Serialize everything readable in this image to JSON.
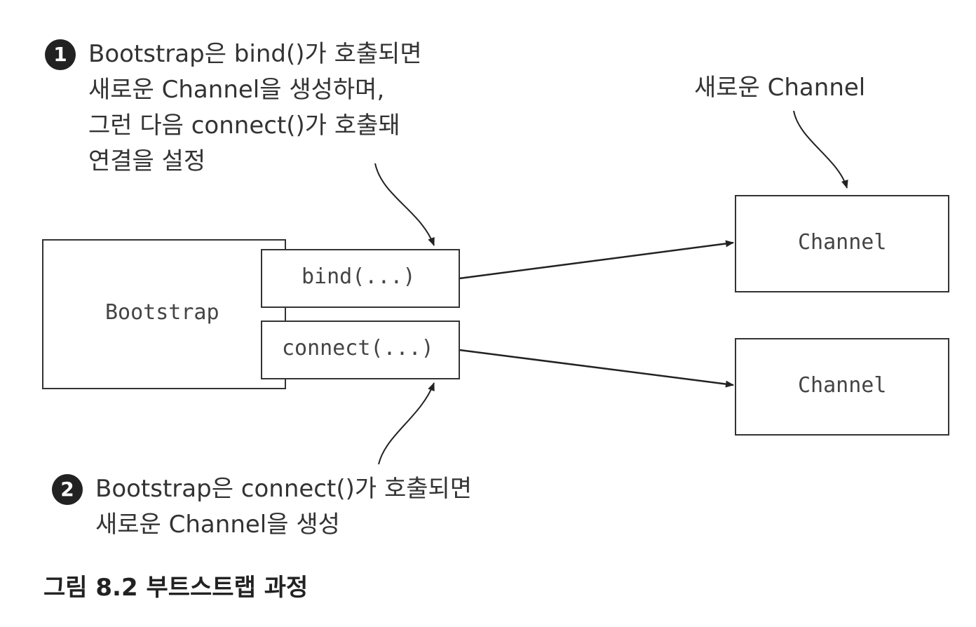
{
  "boxes": {
    "bootstrap": "Bootstrap",
    "bind": "bind(...)",
    "connect": "connect(...)",
    "channel_top": "Channel",
    "channel_bottom": "Channel"
  },
  "annotations": {
    "new_channel_label": "새로운 Channel",
    "note1": {
      "number": "1",
      "lines": [
        "Bootstrap은 bind()가 호출되면",
        "새로운 Channel을 생성하며,",
        "그런 다음 connect()가 호출돼",
        "연결을 설정"
      ]
    },
    "note2": {
      "number": "2",
      "lines": [
        "Bootstrap은 connect()가 호출되면",
        "새로운 Channel을 생성"
      ]
    }
  },
  "caption": "그림 8.2 부트스트랩 과정"
}
